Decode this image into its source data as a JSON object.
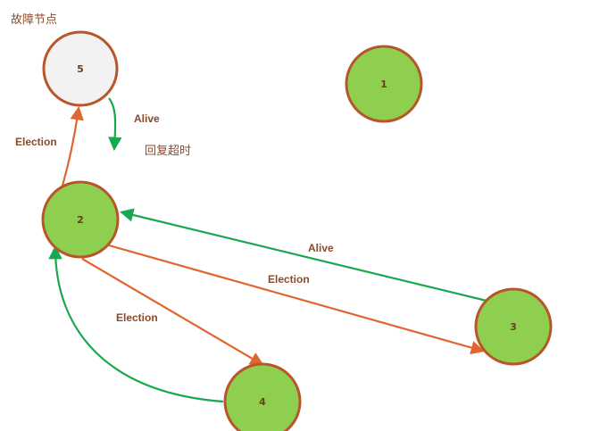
{
  "title": "故障节点",
  "timeout_note": "回复超时",
  "nodes": [
    {
      "id": "5",
      "label": "5",
      "state": "failed",
      "fill": "#f2f2f2"
    },
    {
      "id": "1",
      "label": "1",
      "state": "alive",
      "fill": "#8fcf4f"
    },
    {
      "id": "2",
      "label": "2",
      "state": "alive",
      "fill": "#8fcf4f"
    },
    {
      "id": "3",
      "label": "3",
      "state": "alive",
      "fill": "#8fcf4f"
    },
    {
      "id": "4",
      "label": "4",
      "state": "alive",
      "fill": "#8fcf4f"
    }
  ],
  "edges": [
    {
      "from": "2",
      "to": "5",
      "label": "Election",
      "color": "#e0652f"
    },
    {
      "from": "5",
      "to": "timeout",
      "label": "Alive",
      "color": "#1aa84f"
    },
    {
      "from": "3",
      "to": "2",
      "label": "Alive",
      "color": "#1aa84f"
    },
    {
      "from": "2",
      "to": "3",
      "label": "Election",
      "color": "#e0652f"
    },
    {
      "from": "2",
      "to": "4",
      "label": "Election",
      "color": "#e0652f"
    },
    {
      "from": "4",
      "to": "2",
      "label": "",
      "color": "#1aa84f"
    }
  ],
  "colors": {
    "node_stroke": "#b8562b",
    "election": "#e0652f",
    "alive": "#1aa84f",
    "text": "#8b4a2b"
  }
}
